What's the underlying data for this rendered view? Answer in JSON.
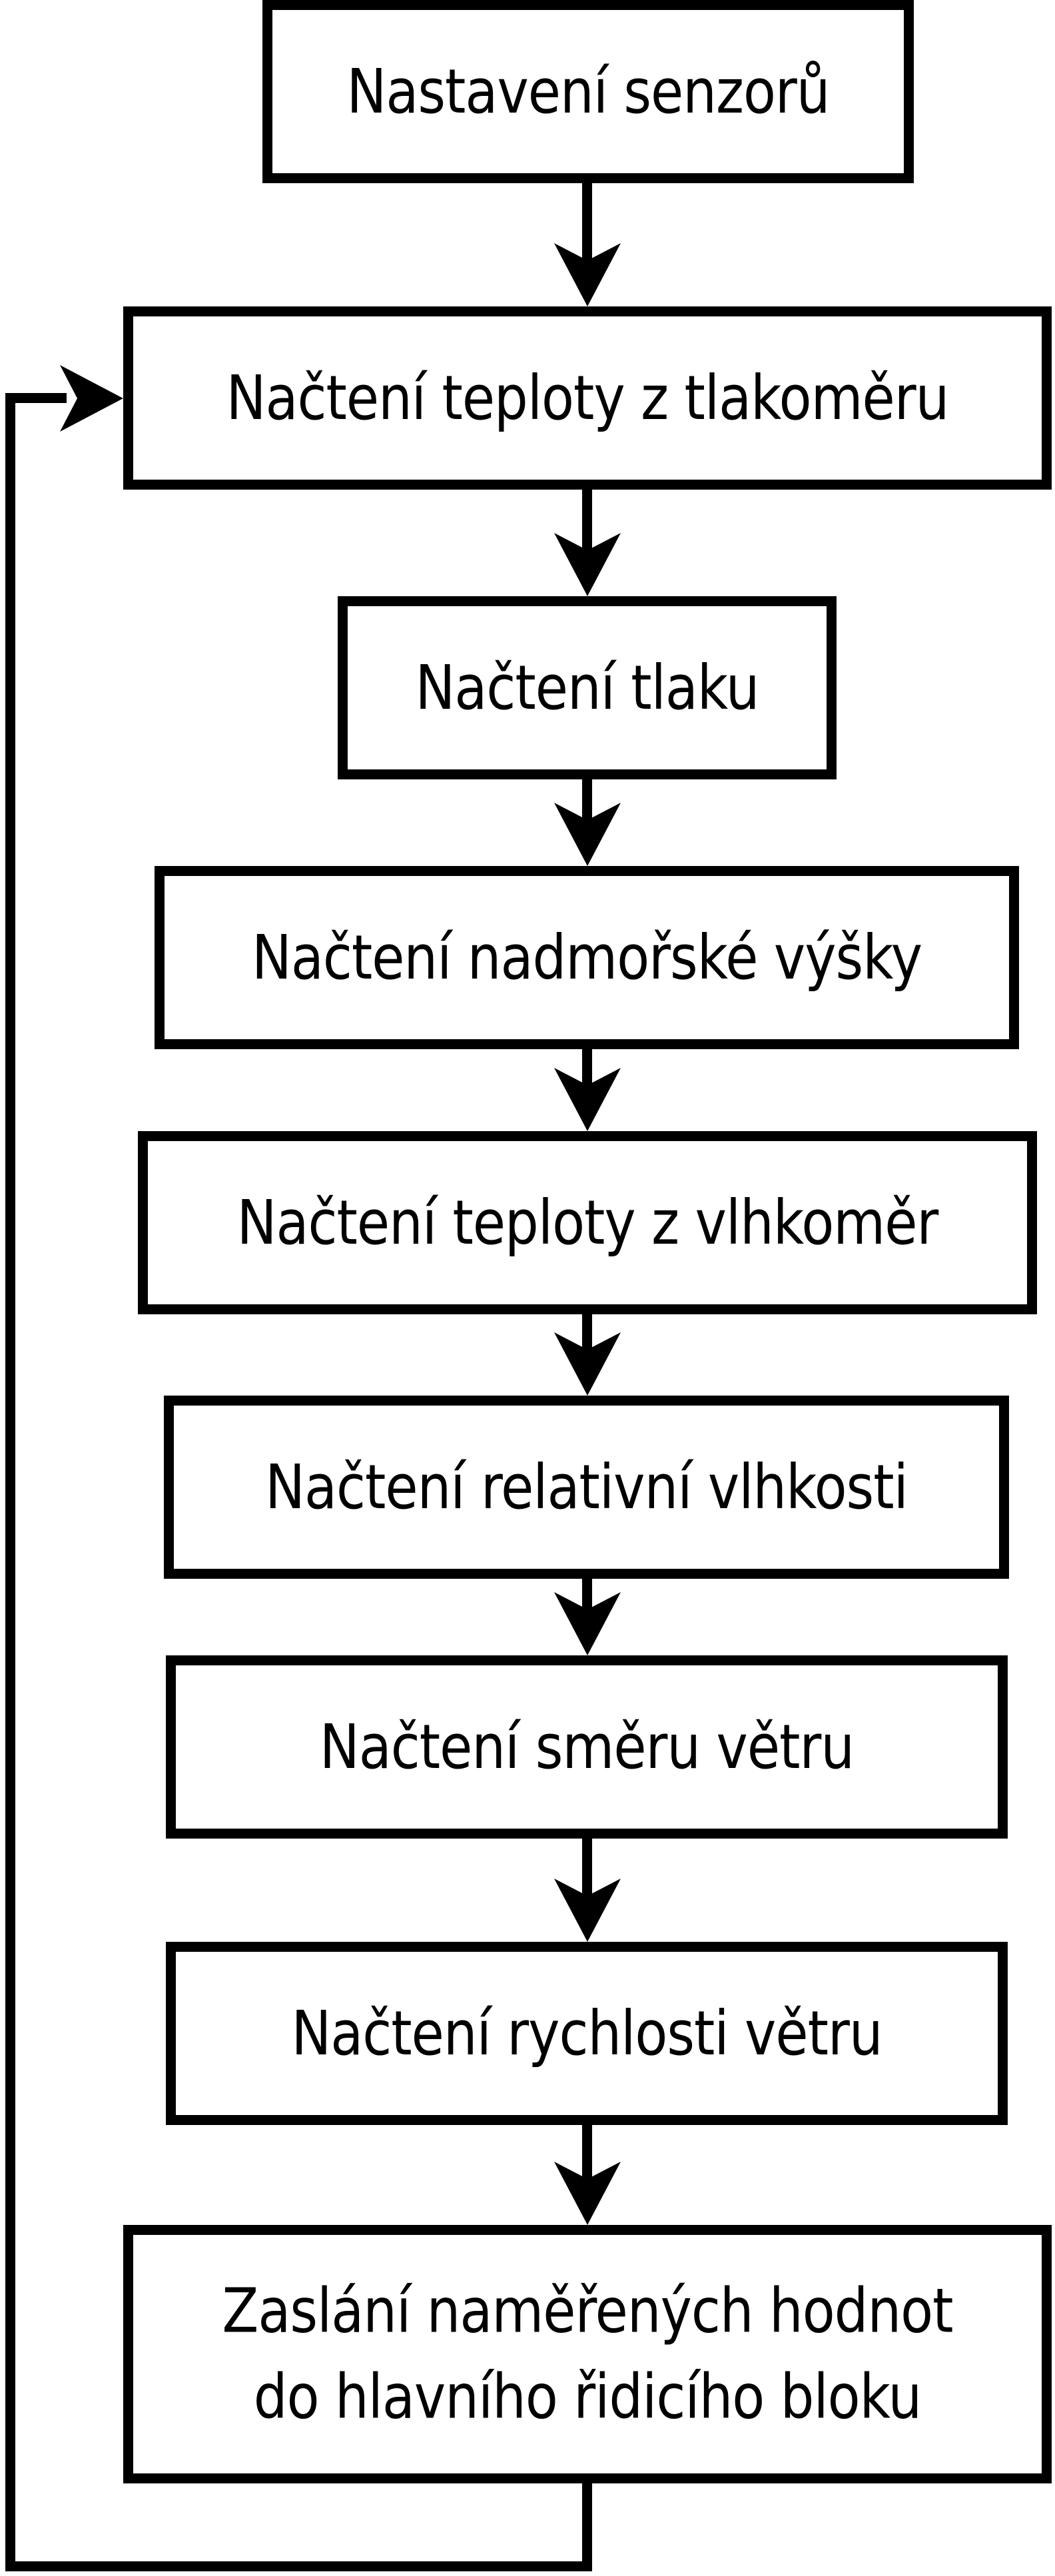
{
  "diagram": {
    "type": "flowchart",
    "language": "cs",
    "background_color": "#ffffff",
    "stroke_color": "#000000",
    "nodes": [
      {
        "id": "nastaveni-senzoru",
        "label": "Nastavení senzorů"
      },
      {
        "id": "nacteni-teploty-z-tlakomeru",
        "label": "Načtení teploty z tlakoměru"
      },
      {
        "id": "nacteni-tlaku",
        "label": "Načtení tlaku"
      },
      {
        "id": "nacteni-nadmorske-vysky",
        "label": "Načtení nadmořské výšky"
      },
      {
        "id": "nacteni-teploty-z-vlhkomer",
        "label": "Načtení teploty z vlhkoměr"
      },
      {
        "id": "nacteni-relativni-vlhkosti",
        "label": "Načtení relativní vlhkosti"
      },
      {
        "id": "nacteni-smeru-vetru",
        "label": "Načtení směru větru"
      },
      {
        "id": "nacteni-rychlosti-vetru",
        "label": "Načtení rychlosti větru"
      },
      {
        "id": "zaslani-namerenych-hodnot",
        "label": "Zaslání naměřených hodnot\ndo hlavního řidicího bloku"
      }
    ],
    "edges": [
      {
        "from": "nastaveni-senzoru",
        "to": "nacteni-teploty-z-tlakomeru",
        "type": "straight-down"
      },
      {
        "from": "nacteni-teploty-z-tlakomeru",
        "to": "nacteni-tlaku",
        "type": "straight-down"
      },
      {
        "from": "nacteni-tlaku",
        "to": "nacteni-nadmorske-vysky",
        "type": "straight-down"
      },
      {
        "from": "nacteni-nadmorske-vysky",
        "to": "nacteni-teploty-z-vlhkomer",
        "type": "straight-down"
      },
      {
        "from": "nacteni-teploty-z-vlhkomer",
        "to": "nacteni-relativni-vlhkosti",
        "type": "straight-down"
      },
      {
        "from": "nacteni-relativni-vlhkosti",
        "to": "nacteni-smeru-vetru",
        "type": "straight-down"
      },
      {
        "from": "nacteni-smeru-vetru",
        "to": "nacteni-rychlosti-vetru",
        "type": "straight-down"
      },
      {
        "from": "nacteni-rychlosti-vetru",
        "to": "zaslani-namerenych-hodnot",
        "type": "straight-down"
      },
      {
        "from": "zaslani-namerenych-hodnot",
        "to": "nacteni-teploty-z-tlakomeru",
        "type": "loop-back-left"
      }
    ]
  }
}
